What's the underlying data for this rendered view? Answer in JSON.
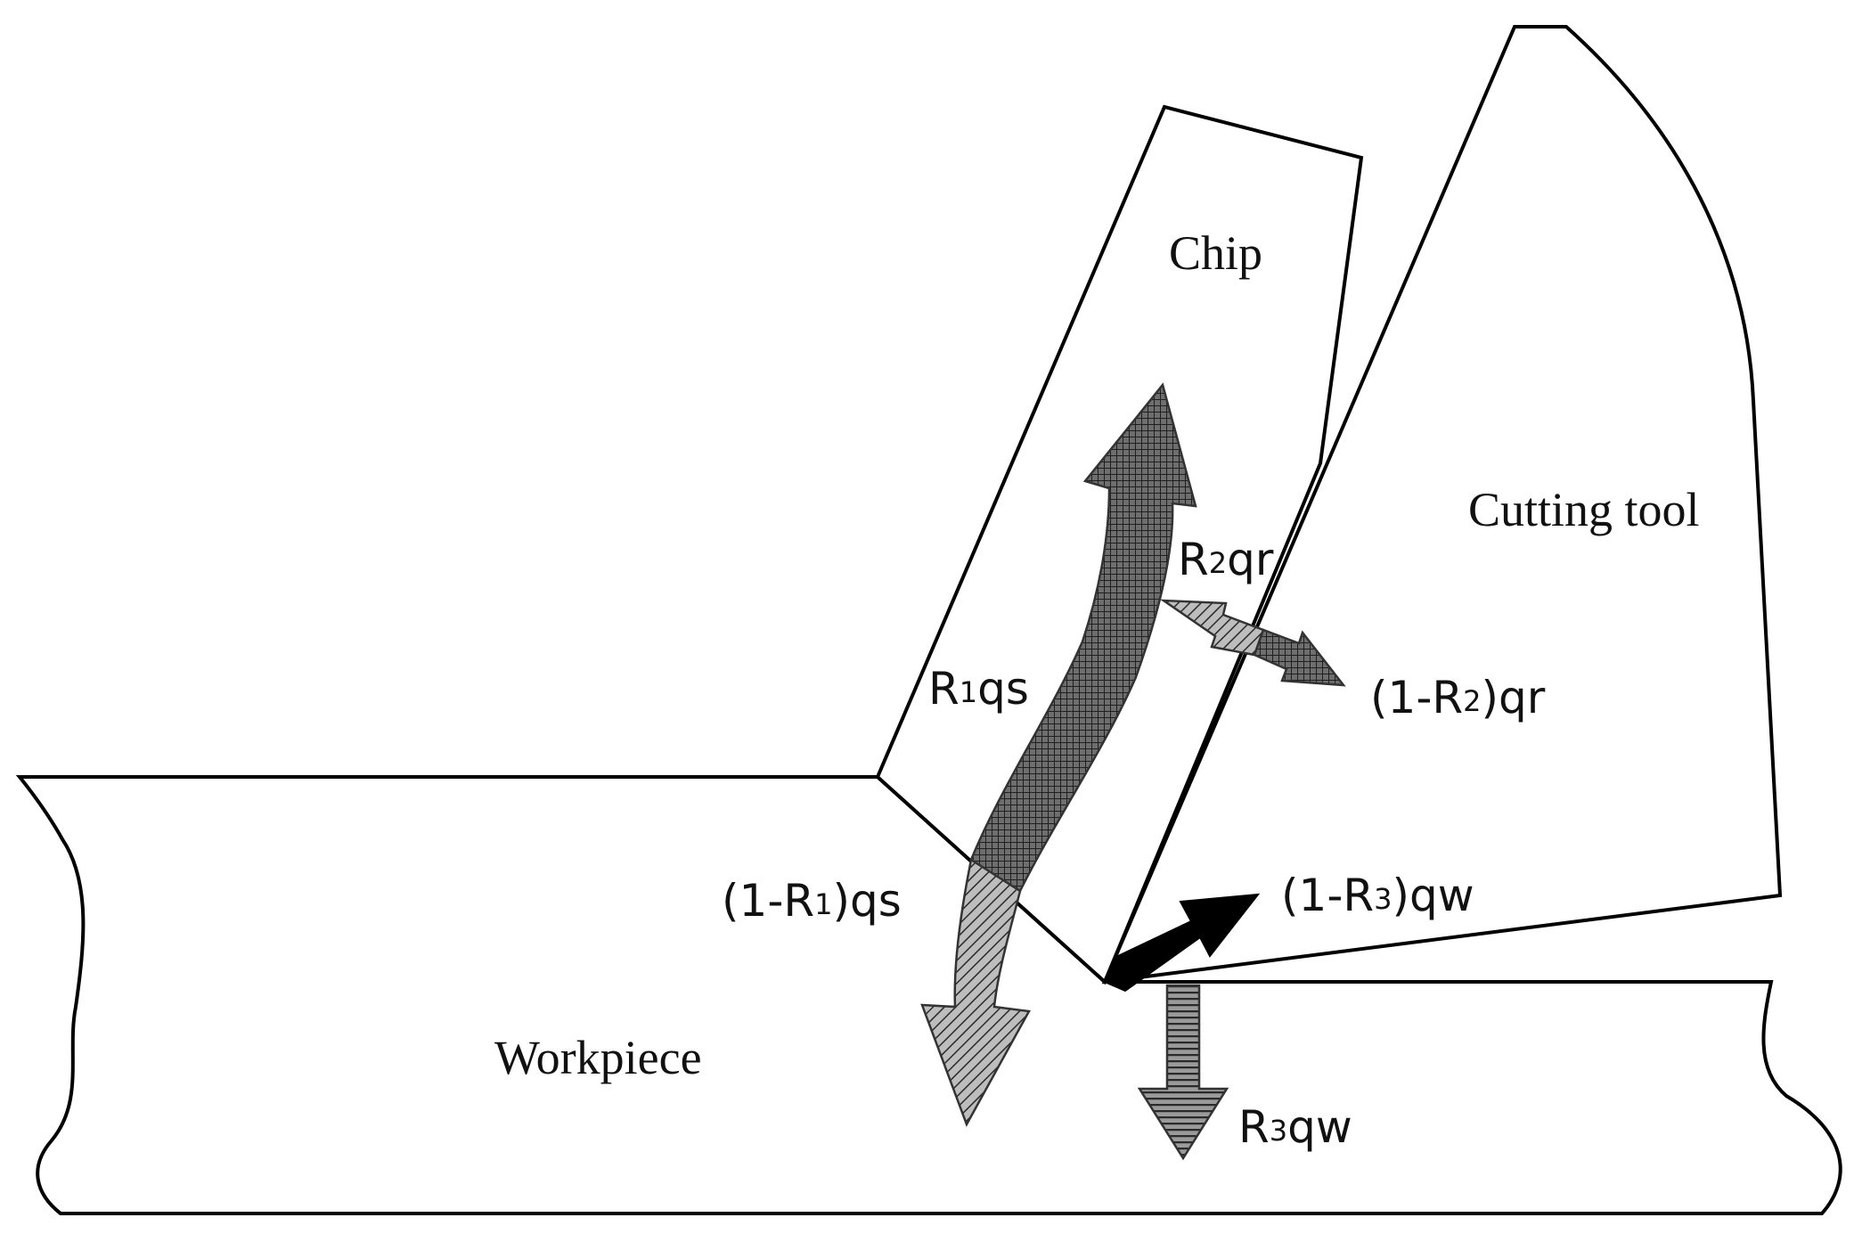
{
  "regions": {
    "chip": "Chip",
    "cutting_tool": "Cutting tool",
    "workpiece": "Workpiece"
  },
  "heat_flows": {
    "r1qs": {
      "prefix": "R",
      "sub": "1",
      "suffix": "qs"
    },
    "one_minus_r1qs": {
      "prefix": "(1-R",
      "sub": "1",
      "suffix": ")qs"
    },
    "r2qr": {
      "prefix": "R",
      "sub": "2",
      "suffix": "qr"
    },
    "one_minus_r2qr": {
      "prefix": "(1-R",
      "sub": "2",
      "suffix": ")qr"
    },
    "one_minus_r3qw": {
      "prefix": "(1-R",
      "sub": "3",
      "suffix": ")qw"
    },
    "r3qw": {
      "prefix": "R",
      "sub": "3",
      "suffix": "qw"
    }
  }
}
